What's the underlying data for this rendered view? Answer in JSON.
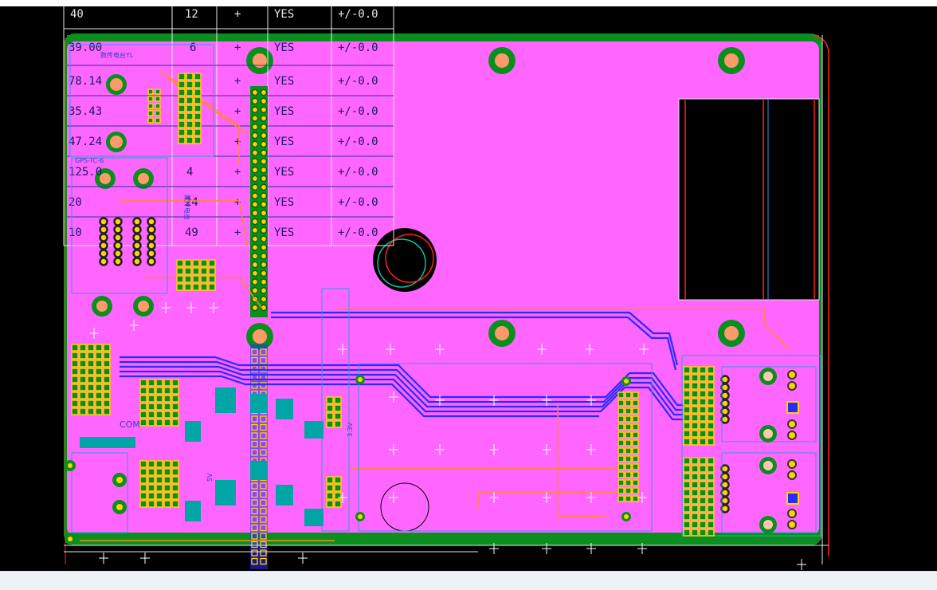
{
  "board": {
    "colors": {
      "background": "#000000",
      "copper_fill": "#ff66ff",
      "board_edge": "#0a8f1f",
      "outline": "#e0e0e0",
      "trace_top": "#2a2aff",
      "trace_bottom": "#ff8c1a",
      "pad": "#ffd200",
      "via": "#0a8f1f",
      "component": "#00a6a6",
      "keepout": "#ff1f1f"
    },
    "header_row": {
      "c1": "40",
      "c2": "12",
      "c3": "+",
      "c4": "YES",
      "c5": "+/-0.0"
    },
    "table_rows": [
      {
        "c1": "39.00",
        "c2": "6",
        "c3": "+",
        "c4": "YES",
        "c5": "+/-0.0"
      },
      {
        "c1": "78.14",
        "c2": "",
        "c3": "+",
        "c4": "YES",
        "c5": "+/-0.0"
      },
      {
        "c1": "35.43",
        "c2": "",
        "c3": "+",
        "c4": "YES",
        "c5": "+/-0.0"
      },
      {
        "c1": "47.24",
        "c2": "",
        "c3": "+",
        "c4": "YES",
        "c5": "+/-0.0"
      },
      {
        "c1": "125.0",
        "c2": "4",
        "c3": "+",
        "c4": "YES",
        "c5": "+/-0.0"
      },
      {
        "c1": "20",
        "c2": "24",
        "c3": "+",
        "c4": "YES",
        "c5": "+/-0.0"
      },
      {
        "c1": "10",
        "c2": "49",
        "c3": "+",
        "c4": "YES",
        "c5": "+/-0.0"
      }
    ],
    "silkscreen": {
      "label_top": "数传电台YL",
      "label_mid": "GPS-TC-6",
      "label_vertical": "数传电台",
      "label_3v3": "3.3V",
      "label_5v": "5V",
      "label_com": "COM"
    }
  }
}
